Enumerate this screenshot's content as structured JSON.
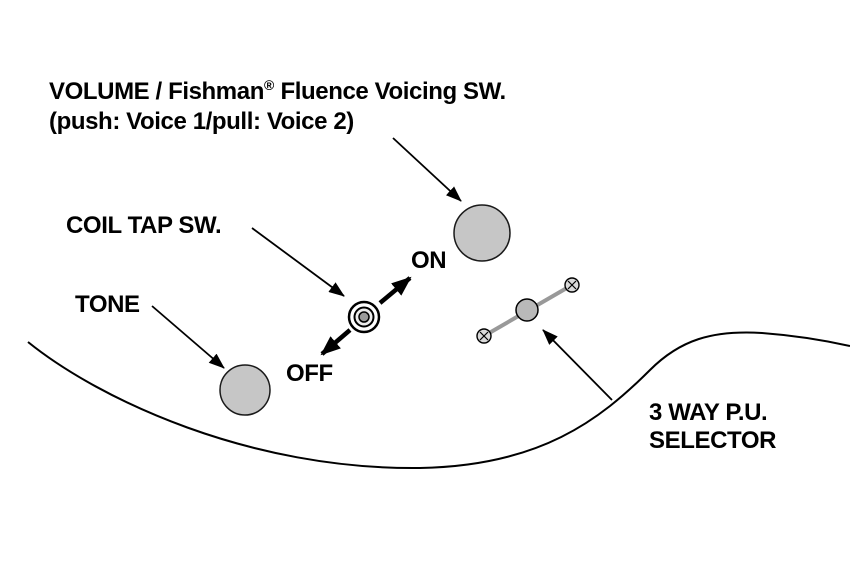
{
  "diagram": {
    "type": "guitar-controls-diagram",
    "labels": {
      "volume_title_pre": "VOLUME / Fishman",
      "volume_title_reg": "®",
      "volume_title_post": " Fluence Voicing SW.",
      "volume_subtitle": "(push: Voice 1/pull: Voice 2)",
      "coil_tap": "COIL TAP SW.",
      "switch_on": "ON",
      "switch_off": "OFF",
      "tone": "TONE",
      "selector_line1": "3 WAY P.U.",
      "selector_line2": "SELECTOR"
    },
    "components": [
      "volume-knob",
      "tone-knob",
      "coil-tap-switch",
      "three-way-pickup-selector",
      "guitar-body-outline"
    ],
    "colors": {
      "background": "#ffffff",
      "line": "#000000",
      "knob_fill": "#c6c6c6",
      "selector_bar": "#999999",
      "screw_fill": "#d9d9d9",
      "switch_center": "#9a9a9a"
    }
  }
}
